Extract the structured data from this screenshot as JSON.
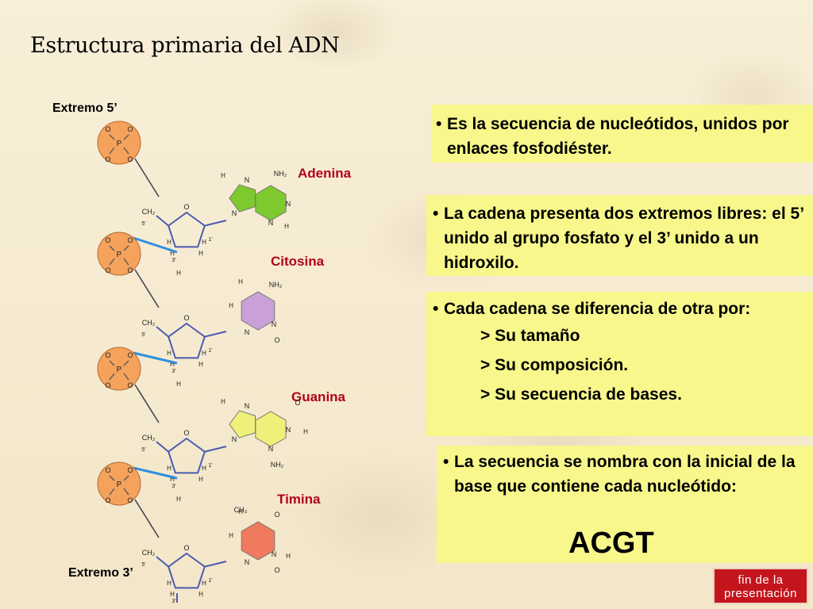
{
  "slide": {
    "title": "Estructura primaria del ADN",
    "end_5": "Extremo 5’",
    "end_3": "Extremo 3’"
  },
  "bases": [
    {
      "name": "Adenina",
      "color": "#7ec92e"
    },
    {
      "name": "Citosina",
      "color": "#c9a0d8"
    },
    {
      "name": "Guanina",
      "color": "#eef07a"
    },
    {
      "name": "Timina",
      "color": "#f07a5e"
    }
  ],
  "phosphate_color": "#f5a25d",
  "bond_color": "#2f8fe0",
  "atoms": {
    "o": "O",
    "p": "P",
    "h": "H",
    "n": "N",
    "ch2": "CH₂",
    "nh2": "NH₂",
    "ch3": "CH₃",
    "c5": "5'",
    "c3": "3'",
    "c1": "1'"
  },
  "box1": {
    "bullet": "•",
    "text": "Es la secuencia de nucleótidos, unidos por enlaces fosfodiéster."
  },
  "box2": {
    "bullet": "•",
    "text": "La cadena presenta dos extremos libres: el 5’ unido al grupo fosfato y el 3’ unido a un hidroxilo."
  },
  "box3": {
    "bullet": "•",
    "text": "Cada cadena se diferencia de otra por:",
    "items": [
      {
        "marker": "˃",
        "text": "Su tamaño"
      },
      {
        "marker": "˃",
        "text": "Su composición."
      },
      {
        "marker": "˃",
        "text": "Su secuencia de bases."
      }
    ]
  },
  "box4": {
    "bullet": "•",
    "text": "La secuencia se nombra con la inicial de la base que contiene cada nucleótido:",
    "sequence": "ACGT"
  },
  "end_button": {
    "line1": "fin de la",
    "line2": "presentación"
  }
}
